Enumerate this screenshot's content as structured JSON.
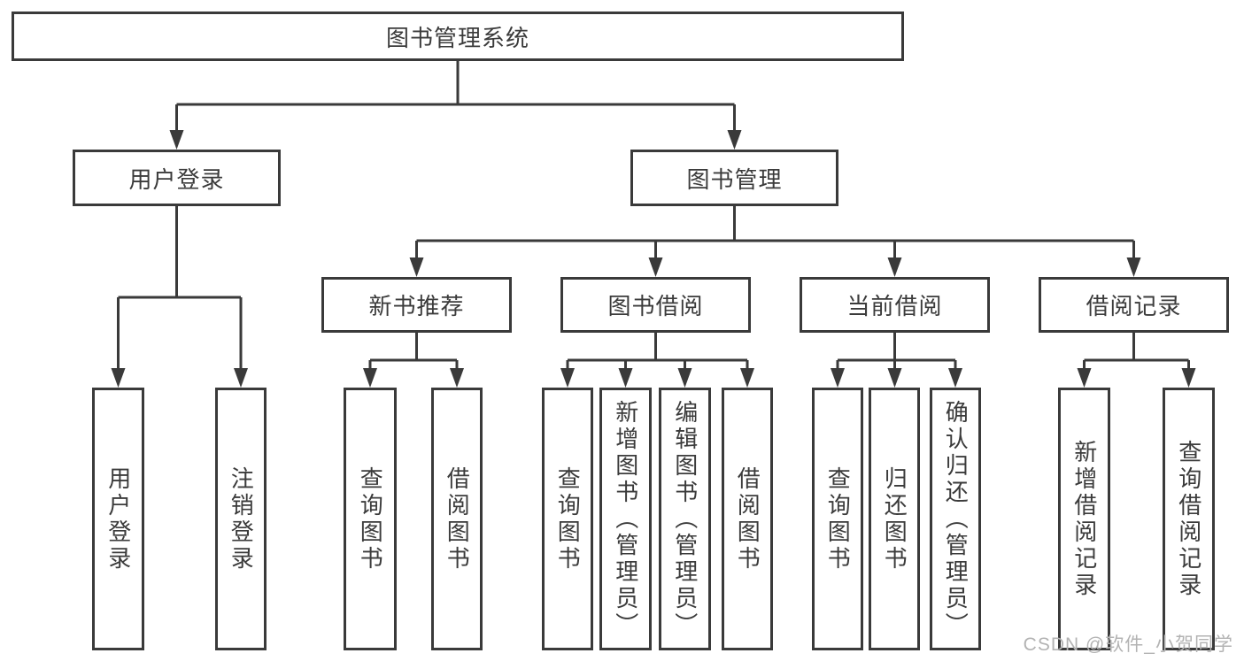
{
  "tree": {
    "label": "图书管理系统",
    "children": [
      {
        "label": "用户登录",
        "children": [
          {
            "label": "用户登录"
          },
          {
            "label": "注销登录"
          }
        ]
      },
      {
        "label": "图书管理",
        "children": [
          {
            "label": "新书推荐",
            "children": [
              {
                "label": "查询图书"
              },
              {
                "label": "借阅图书"
              }
            ]
          },
          {
            "label": "图书借阅",
            "children": [
              {
                "label": "查询图书"
              },
              {
                "label": "新增图书（管理员）"
              },
              {
                "label": "编辑图书（管理员）"
              },
              {
                "label": "借阅图书"
              }
            ]
          },
          {
            "label": "当前借阅",
            "children": [
              {
                "label": "查询图书"
              },
              {
                "label": "归还图书"
              },
              {
                "label": "确认归还（管理员）"
              }
            ]
          },
          {
            "label": "借阅记录",
            "children": [
              {
                "label": "新增借阅记录"
              },
              {
                "label": "查询借阅记录"
              }
            ]
          }
        ]
      }
    ]
  },
  "watermark": {
    "text": "CSDN @软件_小贺同学"
  },
  "colors": {
    "line": "#3a3a3a",
    "text": "#3b3b3b",
    "background": "#ffffff",
    "watermark": "#b3b3b3"
  }
}
